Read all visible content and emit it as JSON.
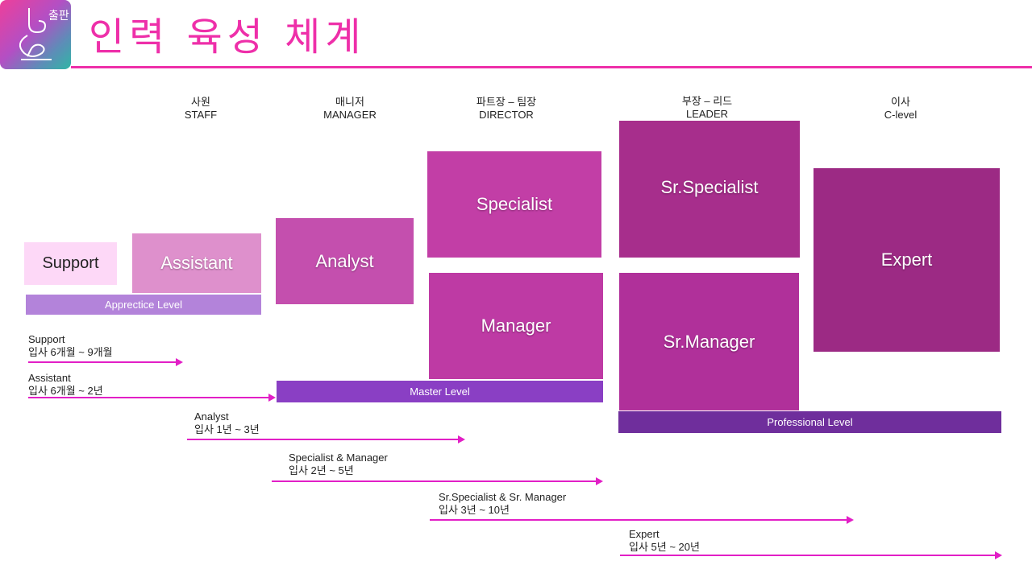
{
  "header": {
    "title": "인력 육성 체계",
    "logo_text": "출판"
  },
  "columns": [
    {
      "kr": "사원",
      "en": "STAFF"
    },
    {
      "kr": "매니저",
      "en": "MANAGER"
    },
    {
      "kr": "파트장 – 팀장",
      "en": "DIRECTOR"
    },
    {
      "kr": "부장 – 리드",
      "en": "LEADER"
    },
    {
      "kr": "이사",
      "en": "C-level"
    }
  ],
  "roles": {
    "support": "Support",
    "assistant": "Assistant",
    "analyst": "Analyst",
    "specialist": "Specialist",
    "manager": "Manager",
    "sr_specialist": "Sr.Specialist",
    "sr_manager": "Sr.Manager",
    "expert": "Expert"
  },
  "levels": {
    "apprentice": "Apprectice Level",
    "master": "Master Level",
    "professional": "Professional Level"
  },
  "timeline": [
    {
      "role": "Support",
      "period": "입사 6개월 ~ 9개월"
    },
    {
      "role": "Assistant",
      "period": "입사 6개월 ~ 2년"
    },
    {
      "role": "Analyst",
      "period": "입사 1년 ~ 3년"
    },
    {
      "role": "Specialist & Manager",
      "period": "입사 2년 ~ 5년"
    },
    {
      "role": "Sr.Specialist & Sr. Manager",
      "period": "입사 3년 ~ 10년"
    },
    {
      "role": "Expert",
      "period": "입사 5년 ~ 20년"
    }
  ],
  "colors": {
    "title": "#ee2fa9",
    "support": "#fdd8f7",
    "assistant": "#de90cc",
    "analyst": "#c44fae",
    "specialist": "#c23ea6",
    "manager": "#be3aa4",
    "sr_specialist": "#a72e8c",
    "sr_manager": "#b0309a",
    "expert": "#9c2a84",
    "apprentice_bar": "#b383da",
    "master_bar": "#8a3fc4",
    "professional_bar": "#6f2e9c",
    "arrow": "#e21fc6"
  }
}
